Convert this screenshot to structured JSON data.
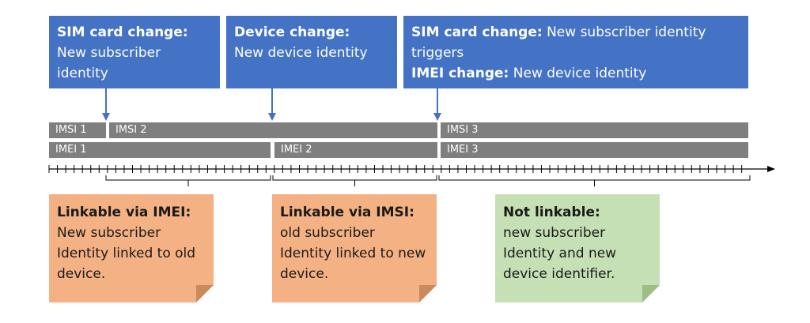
{
  "events": [
    {
      "heading": "SIM card change:",
      "lines": [
        "New subscriber",
        "identity"
      ]
    },
    {
      "heading": "Device change:",
      "lines": [
        "New device identity"
      ]
    },
    {
      "heading": "SIM card change:",
      "heading_tail": " New subscriber identity",
      "line2": "triggers",
      "heading2": "IMEI change:",
      "heading2_tail": " New device identity"
    }
  ],
  "imsi_bars": [
    "IMSI 1",
    "IMSI 2",
    "IMSI 3"
  ],
  "imei_bars": [
    "IMEI 1",
    "IMEI 2",
    "IMEI 3"
  ],
  "notes": [
    {
      "heading": "Linkable via IMEI:",
      "lines": [
        "New subscriber",
        "Identity linked to old",
        "device."
      ],
      "color": "#f4b183"
    },
    {
      "heading": "Linkable via IMSI:",
      "lines": [
        "old subscriber",
        "Identity linked to new",
        "device."
      ],
      "color": "#f4b183"
    },
    {
      "heading": "Not linkable:",
      "lines": [
        "new subscriber",
        "Identity and new",
        "device identifier."
      ],
      "color": "#c5e0b4"
    }
  ],
  "colors": {
    "event_blue": "#4472c4",
    "bar_gray": "#7f7f7f",
    "note_orange": "#f4b183",
    "note_green": "#c5e0b4",
    "fold_orange": "#c98a5e",
    "fold_green": "#9dbf87"
  }
}
